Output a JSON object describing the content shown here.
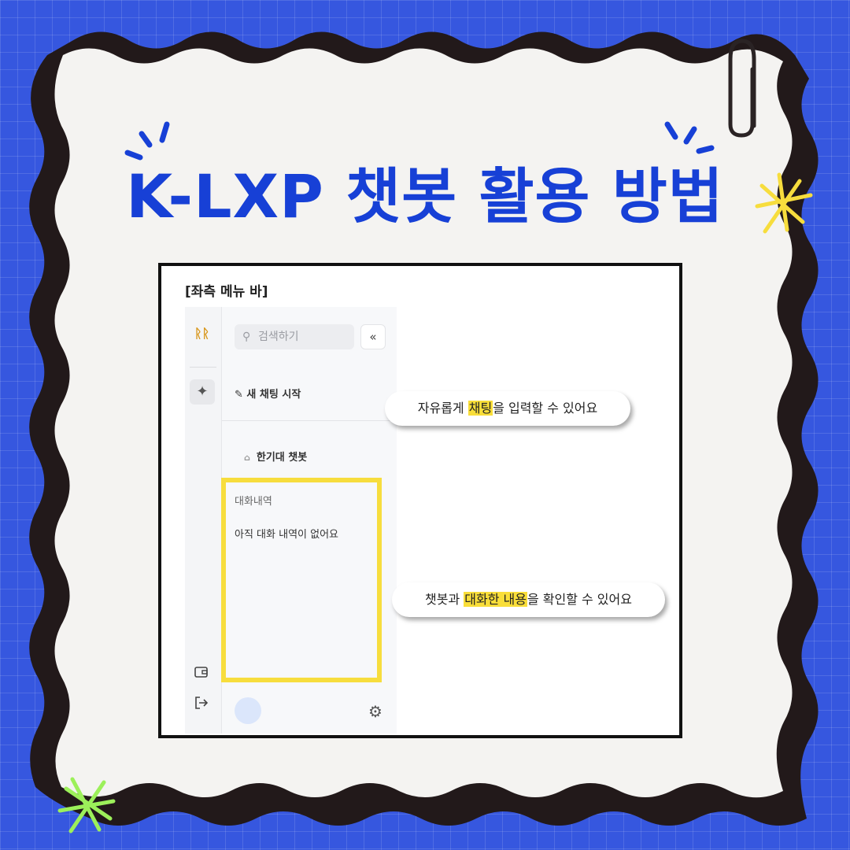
{
  "title": "K-LXP 챗봇 활용 방법",
  "screen": {
    "label": "[좌측 메뉴 바]",
    "logo_text": "ᚱᚱ",
    "search": {
      "placeholder": "검색하기"
    },
    "collapse_glyph": "«",
    "new_chat": "새 채팅 시작",
    "bot_name": "한기대 챗봇",
    "history_title": "대화내역",
    "history_empty": "아직 대화 내역이 없어요"
  },
  "callouts": [
    {
      "before": "자유롭게 ",
      "highlight": "채팅",
      "after": "을 입력할 수 있어요"
    },
    {
      "before": "챗봇과 ",
      "highlight": "대화한 내용",
      "after": "을 확인할 수 있어요"
    }
  ],
  "colors": {
    "background": "#3657df",
    "title": "#1740d6",
    "highlight": "#f7dd3d",
    "accent_green": "#9cf05a"
  },
  "icons": [
    "search-icon",
    "collapse-icon",
    "sparkle-icon",
    "pencil-icon",
    "bot-icon",
    "wallet-icon",
    "logout-icon",
    "gear-icon",
    "paperclip-icon"
  ]
}
